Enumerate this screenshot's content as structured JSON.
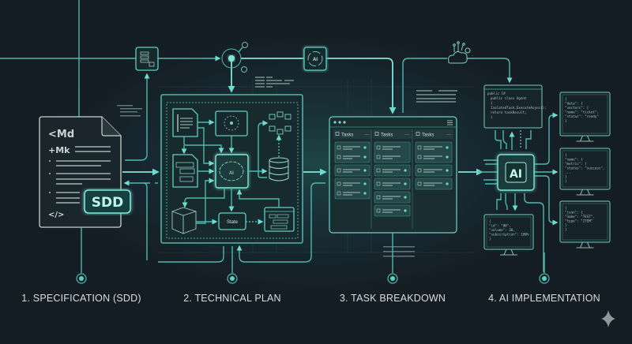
{
  "colors": {
    "background": "#151d24",
    "accent": "#5fd3c6",
    "glow": "#7fe6da",
    "label": "#d6dedd"
  },
  "spec_doc": {
    "line1": "<Md",
    "line2": "+Mk",
    "footer": "</>",
    "badge": "SDD"
  },
  "plan": {
    "ai_label": "AI",
    "state_label": "State"
  },
  "top_ai_badge": "AI",
  "tasks_board": {
    "columns": [
      {
        "title": "Tasks",
        "menu": "···",
        "cards": [
          2,
          1,
          2
        ]
      },
      {
        "title": "Tasks",
        "menu": "···",
        "cards": [
          2,
          1,
          1,
          1,
          1
        ]
      },
      {
        "title": "Tasks",
        "menu": "···",
        "cards": [
          2,
          1,
          1
        ]
      }
    ]
  },
  "implementation": {
    "chip_label": "AI",
    "code_window": [
      "public C#",
      "public class Agent",
      "{",
      "  IsolatedTask.ExecuteAsync();",
      "  return taskResult;",
      "}"
    ],
    "monitors": [
      [
        "{",
        "  \"data\": {",
        "  \"vectors\": [",
        "    \"name\": \"ticket\",",
        "    \"status\": \"ready\"",
        "}"
      ],
      [
        "{",
        "  \"name\": {",
        "  \"metric\": [",
        "    \"status\": \"success\",",
        "    ...",
        "  }",
        "}"
      ],
      [
        "{",
        "  \"json\": {",
        "    \"name\": \"TEST\",",
        "    \"type\": \"ITEM\"",
        "  }",
        "}"
      ]
    ],
    "bottom_monitor": [
      "{",
      "  \"id\": \"00\",",
      "  \"volume\": 30,",
      "  \"subscription\": 100%",
      "}"
    ]
  },
  "stages": [
    {
      "label": "1. SPECIFICATION (SDD)"
    },
    {
      "label": "2. TECHNICAL PLAN"
    },
    {
      "label": "3. TASK BREAKDOWN"
    },
    {
      "label": "4. AI IMPLEMENTATION"
    }
  ]
}
